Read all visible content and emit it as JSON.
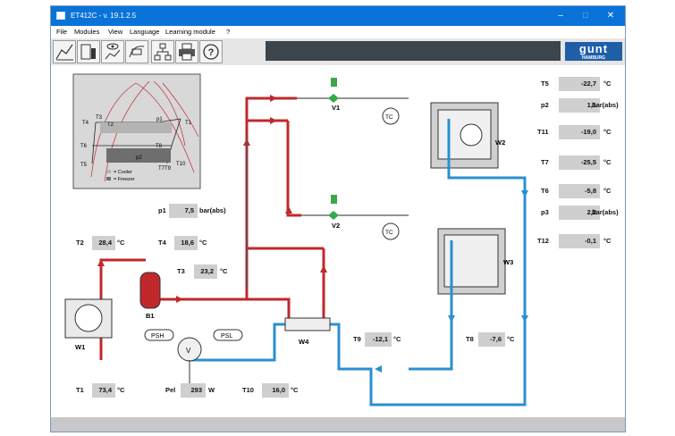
{
  "window": {
    "title": "ET412C - v. 19.1.2.5",
    "min": "–",
    "max": "□",
    "close": "✕"
  },
  "menu": [
    "File",
    "Modules",
    "View",
    "Language",
    "Learning module",
    "?"
  ],
  "logo": {
    "main": "gunt",
    "sub": "HAMBURG"
  },
  "ph_diagram": {
    "p1": "p1",
    "p2": "p2",
    "T1": "T1",
    "T2": "T2",
    "T3": "T3",
    "T4": "T4",
    "T5": "T5",
    "T6": "T6",
    "T7": "T7",
    "T8": "T8",
    "T9": "T9",
    "T10": "T10",
    "legend_cooler": "= Cooler",
    "legend_freezer": "= Freezer"
  },
  "components": {
    "V1": "V1",
    "V2": "V2",
    "W1": "W1",
    "W2": "W2",
    "W3": "W3",
    "W4": "W4",
    "B1": "B1",
    "TC": "TC",
    "V": "V",
    "PSH": "PSH",
    "PSL": "PSL"
  },
  "readings": {
    "T5": {
      "label": "T5",
      "value": "-22,7",
      "unit": "°C"
    },
    "p2": {
      "label": "p2",
      "value": "1,1",
      "unit": "bar(abs)"
    },
    "T11": {
      "label": "T11",
      "value": "-19,0",
      "unit": "°C"
    },
    "T7": {
      "label": "T7",
      "value": "-25,5",
      "unit": "°C"
    },
    "T6": {
      "label": "T6",
      "value": "-5,8",
      "unit": "°C"
    },
    "p3": {
      "label": "p3",
      "value": "2,2",
      "unit": "bar(abs)"
    },
    "T12": {
      "label": "T12",
      "value": "-0,1",
      "unit": "°C"
    },
    "p1": {
      "label": "p1",
      "value": "7,5",
      "unit": "bar(abs)"
    },
    "T2": {
      "label": "T2",
      "value": "28,4",
      "unit": "°C"
    },
    "T4": {
      "label": "T4",
      "value": "18,6",
      "unit": "°C"
    },
    "T3": {
      "label": "T3",
      "value": "23,2",
      "unit": "°C"
    },
    "T9": {
      "label": "T9",
      "value": "-12,1",
      "unit": "°C"
    },
    "T8": {
      "label": "T8",
      "value": "-7,6",
      "unit": "°C"
    },
    "T1": {
      "label": "T1",
      "value": "73,4",
      "unit": "°C"
    },
    "Pel": {
      "label": "Pel",
      "value": "293",
      "unit": "W"
    },
    "T10": {
      "label": "T10",
      "value": "16,0",
      "unit": "°C"
    }
  },
  "colors": {
    "hot": "#c0282c",
    "cold": "#2a8fd0",
    "titlebar": "#0a73d9"
  }
}
